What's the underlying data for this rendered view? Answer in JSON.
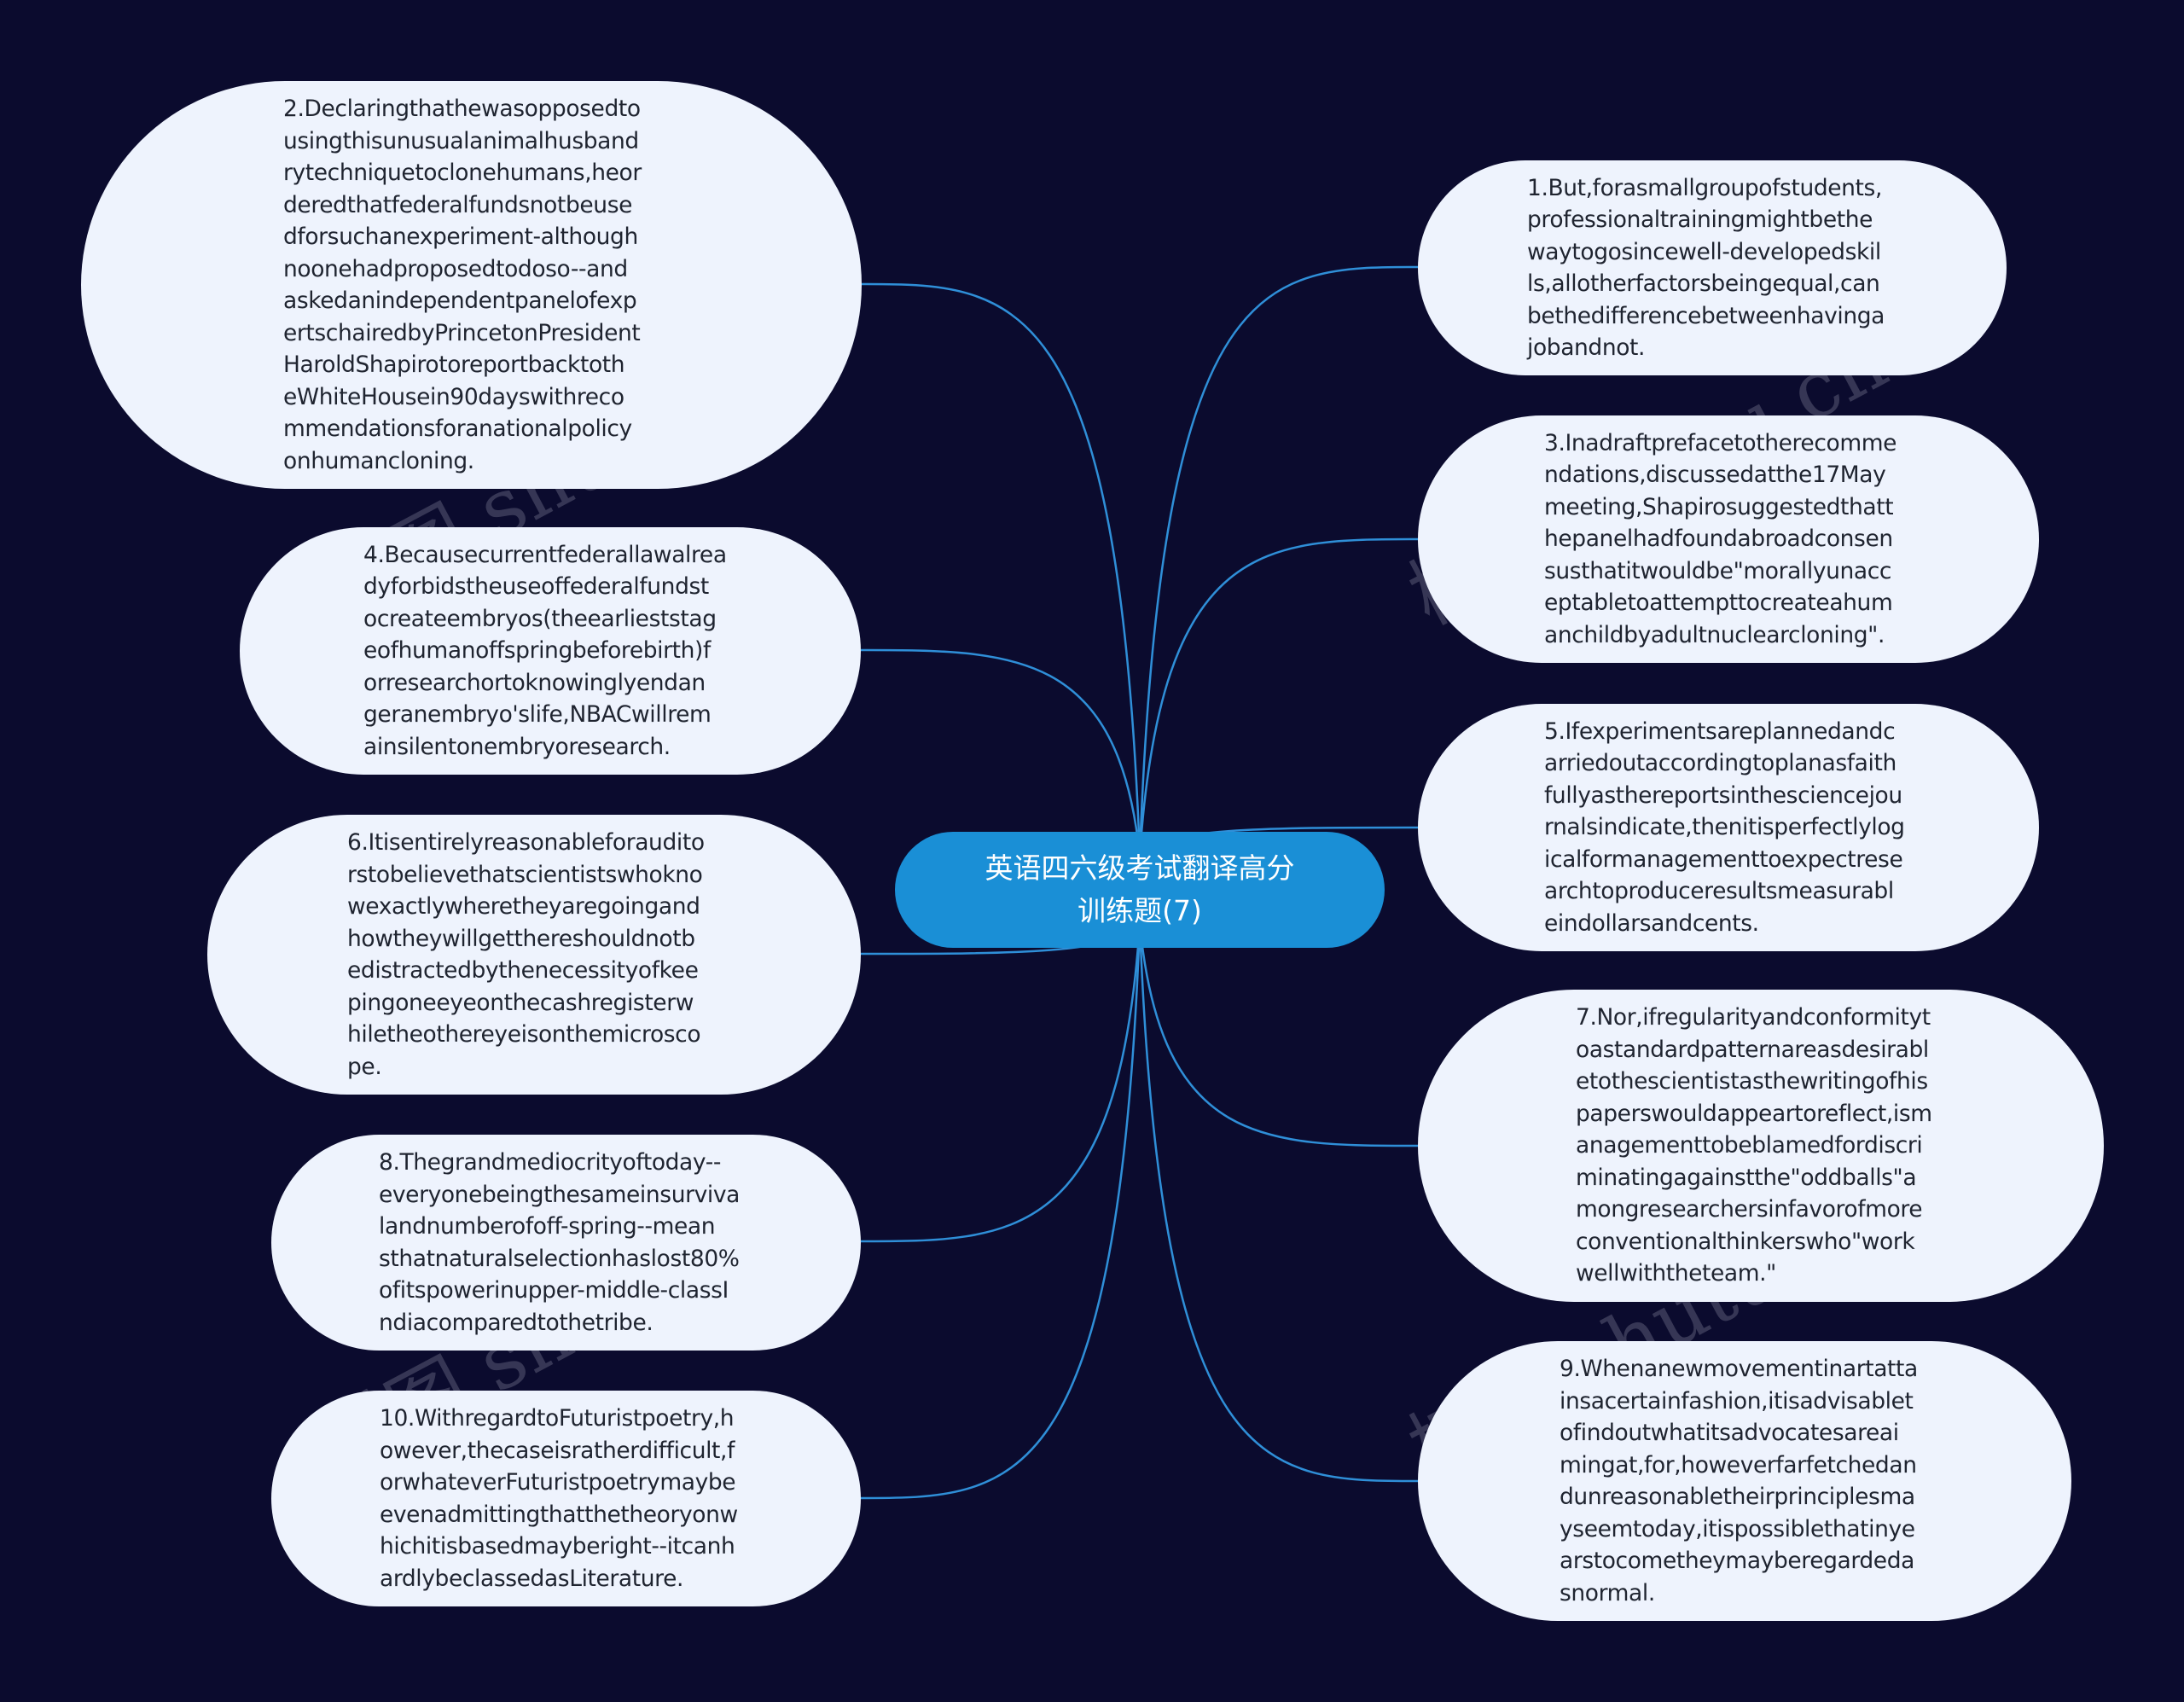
{
  "colors": {
    "background": "#0b0b2e",
    "node": "#eef3fd",
    "center": "#1a8fd6",
    "edge": "#2f8fd8"
  },
  "watermark": "树图 shutu.cn",
  "center": {
    "title": "英语四六级考试翻译高分\n训练题(7)"
  },
  "nodes": [
    {
      "id": "n1",
      "text": "1.But,forasmallgroupofstudents,\nprofessionaltrainingmightbethe\nwaytogosincewell-developedskil\nls,allotherfactorsbeingequal,can\nbethedifferencebetweenhavinga\njobandnot."
    },
    {
      "id": "n2",
      "text": "2.Declaringthathewasopposedto\nusingthisunusualanimalhusband\nrytechniquetoclonehumans,heor\nderedthatfederalfundsnotbeuse\ndforsuchanexperiment-although\nnoonehadproposedtodoso--and\naskedanindependentpanelofexp\nertschairedbyPrincetonPresident\nHaroldShapirotoreportbacktoth\neWhiteHousein90dayswithreco\nmmendationsforanationalpolicy\nonhumancloning."
    },
    {
      "id": "n3",
      "text": "3.Inadraftprefacetotherecomme\nndations,discussedatthe17May\nmeeting,Shapirosuggestedthatt\nhepanelhadfoundabroadconsen\nsusthatitwouldbe\"morallyunacc\neptabletoattempttocreateahum\nanchildbyadultnuclearcloning\"."
    },
    {
      "id": "n4",
      "text": "4.Becausecurrentfederallawalrea\ndyforbidstheuseoffederalfundst\nocreateembryos(theearlieststag\neofhumanoffspringbeforebirth)f\norresearchortoknowinglyendan\ngeranembryo'slife,NBACwillrem\nainsilentonembryoresearch."
    },
    {
      "id": "n5",
      "text": "5.Ifexperimentsareplannedandc\narriedoutaccordingtoplanasfaith\nfullyasthereportsinthesciencejou\nrnalsindicate,thenitisperfectlylog\nicalformanagementtoexpectrese\narchtoproduceresultsmeasurabl\neindollarsandcents."
    },
    {
      "id": "n6",
      "text": "6.Itisentirelyreasonableforaudito\nrstobelievethatscientistswhokno\nwexactlywheretheyaregoingand\nhowtheywillgetthereshouldnotb\nedistractedbythenecessityofkee\npingoneeyeonthecashregisterw\nhiletheothereyeisonthemicrosco\npe."
    },
    {
      "id": "n7",
      "text": "7.Nor,ifregularityandconformityt\noastandardpatternareasdesirabl\netothescientistasthewritingofhis\npaperswouldappeartoreflect,ism\nanagementtobeblamedfordiscri\nminatingagainstthe\"oddballs\"a\nmongresearchersinfavorofmore\nconventionalthinkerswho\"work\nwellwiththeteam.\""
    },
    {
      "id": "n8",
      "text": "8.Thegrandmediocrityoftoday--\neveryonebeingthesameinsurviva\nlandnumberofoff-spring--mean\nsthatnaturalselectionhaslost80%\nofitspowerinupper-middle-classI\nndiacomparedtothetribe."
    },
    {
      "id": "n9",
      "text": "9.Whenanewmovementinartatta\ninsacertainfashion,itisadvisablet\nofindoutwhatitsadvocatesareai\nmingat,for,howeverfarfetchedan\ndunreasonabletheirprinciplesma\nyseemtoday,itispossiblethatinye\narstocometheymayberegardeda\nsnormal."
    },
    {
      "id": "n10",
      "text": "10.WithregardtoFuturistpoetry,h\nowever,thecaseisratherdifficult,f\norwhateverFuturistpoetrymaybe\nevenadmittingthatthetheoryonw\nhichitisbasedmayberight--itcanh\nardlybeclassedasLiterature."
    }
  ]
}
